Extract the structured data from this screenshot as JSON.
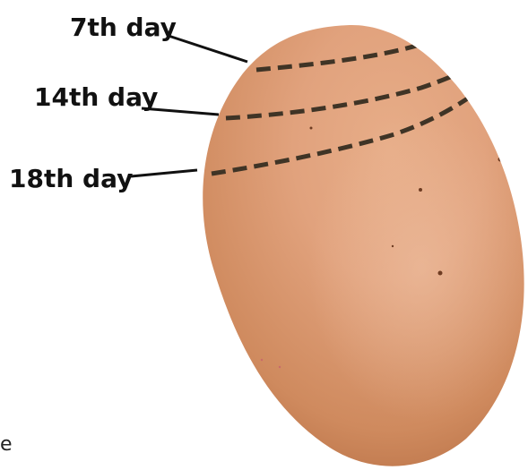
{
  "labels": {
    "day7": "7th day",
    "day14": "14th day",
    "day18": "18th day"
  },
  "stray_text": "e",
  "colors": {
    "egg_light": "#e1a27d",
    "egg_mid": "#cc8758",
    "egg_dark": "#b36b40",
    "candling_marks": "#3f3426",
    "pointer": "#111111"
  }
}
